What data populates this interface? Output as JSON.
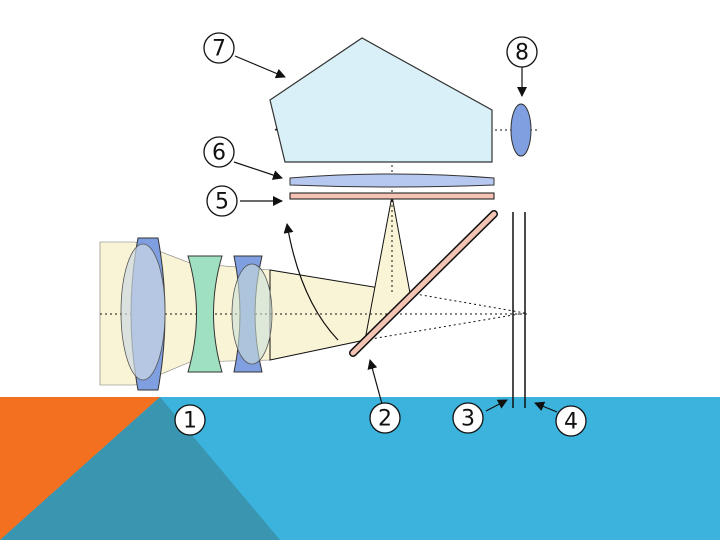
{
  "callouts": {
    "c1": "1",
    "c2": "2",
    "c3": "3",
    "c4": "4",
    "c5": "5",
    "c6": "6",
    "c7": "7",
    "c8": "8"
  },
  "colors": {
    "background": "#ffffff",
    "band_blue": "#3bb3dd",
    "band_teal": "#3a95b0",
    "accent_orange": "#f2701f",
    "light_beam": "#faf4d6",
    "prism_fill": "#d9f0f8",
    "lens_blue": "#7f9fe0",
    "lens_green": "#9fe0c0",
    "mirror_pink": "#f3c4b4",
    "line": "#111111"
  }
}
